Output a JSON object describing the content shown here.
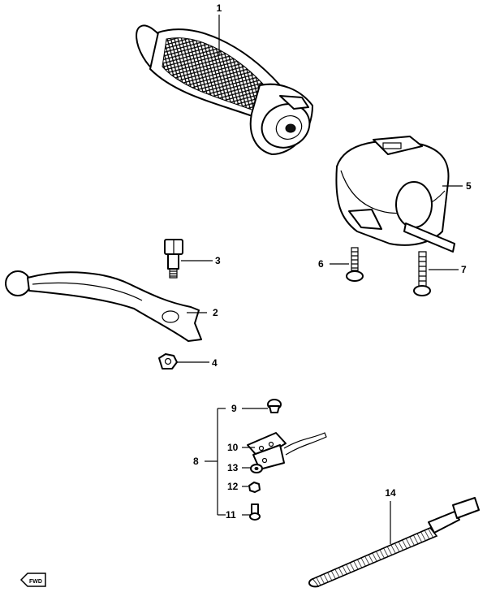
{
  "callouts": {
    "c1": "1",
    "c2": "2",
    "c3": "3",
    "c4": "4",
    "c5": "5",
    "c6": "6",
    "c7": "7",
    "c8": "8",
    "c9": "9",
    "c10": "10",
    "c11": "11",
    "c12": "12",
    "c13": "13",
    "c14": "14"
  },
  "fwd_label": "FWD"
}
